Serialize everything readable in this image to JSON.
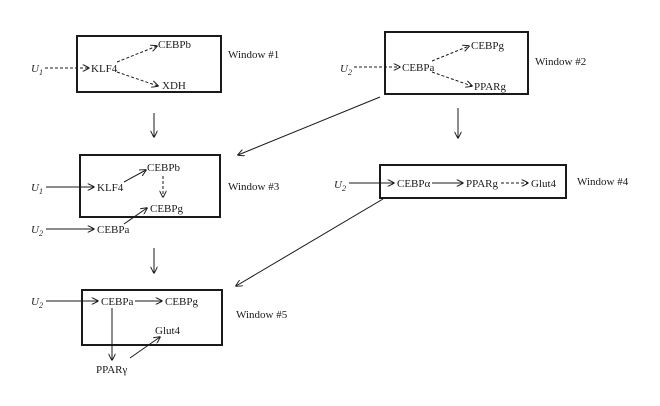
{
  "windows": [
    {
      "label": "Window #1"
    },
    {
      "label": "Window #2"
    },
    {
      "label": "Window #3"
    },
    {
      "label": "Window #4"
    },
    {
      "label": "Window #5"
    }
  ],
  "inputs": {
    "u1_sym": "U",
    "u1_sub": "1",
    "u2_sym": "U",
    "u2_sub": "2"
  },
  "nodes": {
    "klf4": "KLF4",
    "cebpb": "CEBPb",
    "xdh": "XDH",
    "cebpa": "CEBPa",
    "cebpg": "CEBPg",
    "pparg": "PPARg",
    "cebp_alpha": "CEBPα",
    "glut4": "Glut4",
    "ppar_gamma": "PPARγ"
  }
}
